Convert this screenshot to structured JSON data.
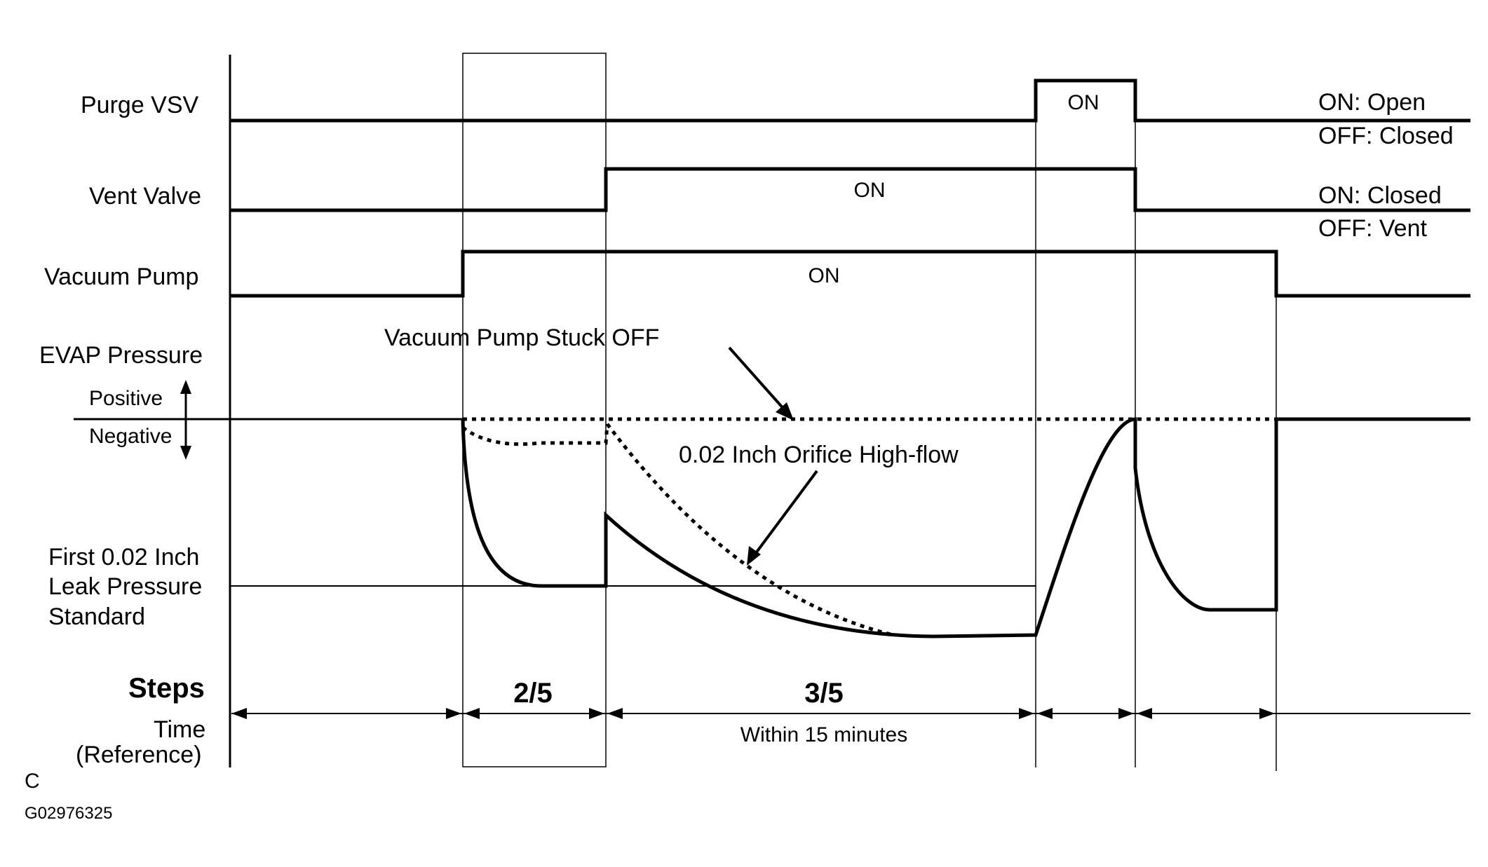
{
  "rows": {
    "purge_vsv": "Purge VSV",
    "vent_valve": "Vent Valve",
    "vacuum_pump": "Vacuum Pump",
    "evap_pressure": "EVAP Pressure",
    "positive": "Positive",
    "negative": "Negative",
    "first_leak_line1": "First 0.02 Inch",
    "first_leak_line2": "Leak Pressure",
    "first_leak_line3": "Standard"
  },
  "states": {
    "purge_on": "ON",
    "vent_on": "ON",
    "pump_on": "ON"
  },
  "legends": {
    "purge_on": "ON: Open",
    "purge_off": "OFF: Closed",
    "vent_on": "ON: Closed",
    "vent_off": "OFF: Vent"
  },
  "annotations": {
    "stuck_off": "Vacuum Pump Stuck OFF",
    "orifice": "0.02 Inch Orifice High-flow"
  },
  "timeline": {
    "steps_label": "Steps",
    "time_label_1": "Time",
    "time_label_2": "(Reference)",
    "step_2": "2/5",
    "step_3": "3/5",
    "within": "Within 15 minutes"
  },
  "footer": {
    "letter": "C",
    "code": "G02976325"
  }
}
